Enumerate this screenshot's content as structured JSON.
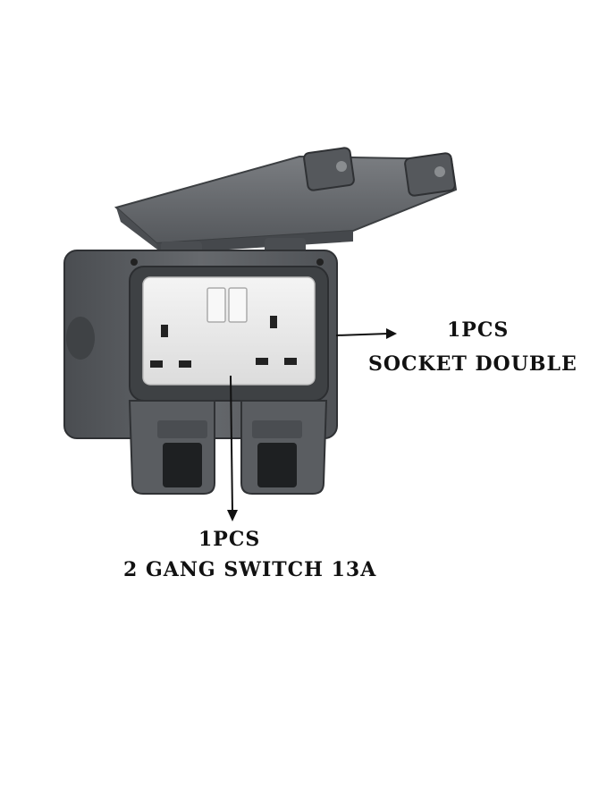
{
  "annotations": {
    "socket": {
      "quantity": "1PCS",
      "name": "SOCKET DOUBLE"
    },
    "switch": {
      "quantity": "1PCS",
      "name": "2 GANG SWITCH 13A"
    }
  },
  "colors": {
    "background": "#ffffff",
    "housing": "#5c5f63",
    "housing_dark": "#3e4144",
    "lid": "#6b6e72",
    "faceplate": "#ececec",
    "text": "#111111"
  },
  "image": {
    "subject": "weatherproof outdoor double socket box with hinged lid"
  }
}
